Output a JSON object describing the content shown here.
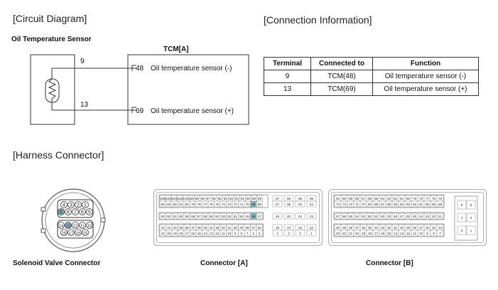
{
  "headers": {
    "circuit": "[Circuit Diagram]",
    "connection": "[Connection Information]",
    "harness": "[Harness Connector]"
  },
  "circuit": {
    "sensor_title": "Oil Temperature Sensor",
    "tcm_title": "TCM[A]",
    "wire_top": "9",
    "wire_bottom": "13",
    "pin_top": "48",
    "pin_bottom": "69",
    "label_top": "Oil temperature sensor (-)",
    "label_bottom": "Oil temperature sensor (+)"
  },
  "table": {
    "headers": [
      "Terminal",
      "Connected to",
      "Function"
    ],
    "rows": [
      [
        "9",
        "TCM(48)",
        "Oil temperature sensor (-)"
      ],
      [
        "13",
        "TCM(69)",
        "Oil temperature sensor (+)"
      ]
    ]
  },
  "connectors": {
    "solenoid_label": "Solenoid Valve Connector",
    "a_label": "Connector [A]",
    "b_label": "Connector [B]"
  },
  "solenoid_pins": {
    "row1": [
      "4",
      "3",
      "2",
      "1"
    ],
    "row2": [
      "9",
      "8",
      "7",
      "6",
      "5"
    ],
    "row3": [
      "14",
      "13",
      "12",
      "11",
      "10"
    ],
    "row4": [
      "18",
      "17",
      "16",
      "15"
    ],
    "highlight": [
      "9",
      "13"
    ]
  },
  "connA": {
    "main": {
      "row1": [
        "105",
        "104",
        "103",
        "102",
        "101",
        "100",
        "99",
        "98",
        "97",
        "96",
        "95",
        "94",
        "93",
        "92",
        "91",
        "90",
        "89",
        "88"
      ],
      "row2": [
        "84",
        "83",
        "82",
        "81",
        "80",
        "79",
        "78",
        "77",
        "76",
        "75",
        "74",
        "73",
        "72",
        "71",
        "70",
        "69",
        "68"
      ],
      "row3": [
        "63",
        "62",
        "61",
        "60",
        "59",
        "58",
        "57",
        "56",
        "55",
        "54",
        "53",
        "52",
        "51",
        "50",
        "49",
        "48",
        "47"
      ],
      "row4": [
        "42",
        "41",
        "40",
        "39",
        "38",
        "37",
        "36",
        "35",
        "34",
        "33",
        "32",
        "31",
        "30",
        "29",
        "28",
        "27",
        "26"
      ],
      "row5": [
        "21",
        "20",
        "19",
        "18",
        "17",
        "16",
        "15",
        "14",
        "13",
        "12",
        "11",
        "10",
        "9",
        "8",
        "7",
        "6",
        "5"
      ]
    },
    "side_cols": [
      {
        "top": [
          "87",
          "67"
        ],
        "mid": "46",
        "bot": [
          "25",
          "4"
        ]
      },
      {
        "top": [
          "86",
          "66"
        ],
        "mid": "45",
        "bot": [
          "24",
          "3"
        ]
      },
      {
        "top": [
          "85",
          "64"
        ],
        "mid": "44",
        "bot": [
          "23",
          "2"
        ]
      },
      {
        "top": [
          "85",
          "64"
        ],
        "mid": "43",
        "bot": [
          "22",
          "1"
        ]
      }
    ],
    "highlight": [
      "69",
      "48"
    ]
  },
  "connB": {
    "main": {
      "row1": [
        "91",
        "90",
        "89",
        "88",
        "87",
        "86",
        "85",
        "84",
        "83",
        "82",
        "81",
        "80",
        "79",
        "78",
        "77",
        "76",
        "75"
      ],
      "row2": [
        "74",
        "73",
        "72",
        "71",
        "70",
        "69",
        "68",
        "67",
        "66",
        "65",
        "64",
        "63",
        "62",
        "61",
        "60",
        "59",
        "58"
      ],
      "row3": [
        "57",
        "56",
        "55",
        "54",
        "53",
        "52",
        "51",
        "50",
        "49",
        "48",
        "47",
        "46",
        "45",
        "44",
        "43",
        "42",
        "41"
      ],
      "row4": [
        "40",
        "39",
        "38",
        "37",
        "36",
        "35",
        "34",
        "33",
        "32",
        "31",
        "30",
        "29",
        "28",
        "27",
        "26",
        "25",
        "24"
      ],
      "row5": [
        "23",
        "22",
        "21",
        "20",
        "19",
        "18",
        "17",
        "16",
        "15",
        "14",
        "13",
        "12",
        "11",
        "10",
        "9",
        "8",
        "7"
      ]
    },
    "side": [
      [
        "6",
        "5"
      ],
      [
        "4",
        "3"
      ],
      [
        "2",
        "1"
      ]
    ]
  }
}
